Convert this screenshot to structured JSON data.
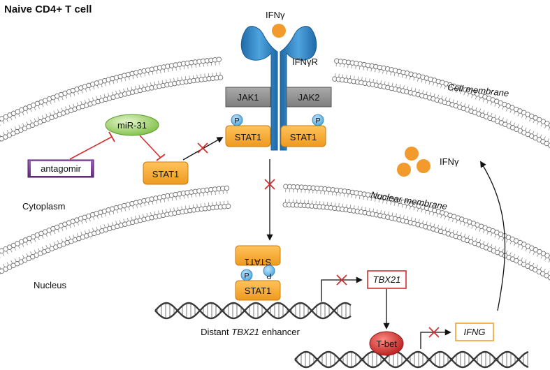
{
  "title": "Naive CD4+ T cell",
  "ligand": {
    "label": "IFNγ",
    "color": "#f39a2d"
  },
  "receptor": {
    "label": "IFNγR",
    "color": "#2f82c4"
  },
  "kinases": {
    "jak1": "JAK1",
    "jak2": "JAK2"
  },
  "stat": {
    "label": "STAT1",
    "phospho": "P",
    "color": "#f5a623",
    "phospho_color": "#6ab7e8"
  },
  "mirna": {
    "label": "miR-31",
    "color": "#8dcc4e"
  },
  "inhibitor": {
    "label": "antagomir",
    "color": "#7a3a96"
  },
  "compartments": {
    "cell_membrane": "Cell membrane",
    "cytoplasm": "Cytoplasm",
    "nuclear_membrane": "Nuclear membrane",
    "nucleus": "Nucleus"
  },
  "genes": {
    "tbx21": "TBX21",
    "ifng": "IFNG",
    "tbx21_color": "#d32f2f",
    "ifng_color": "#f0a030"
  },
  "enhancer": {
    "prefix": "Distant ",
    "gene": "TBX21",
    "suffix": " enhancer"
  },
  "tbet": {
    "label": "T-bet",
    "color": "#c62828"
  },
  "secreted": {
    "label": "IFNγ"
  },
  "inhibition_color": "#d32f2f"
}
